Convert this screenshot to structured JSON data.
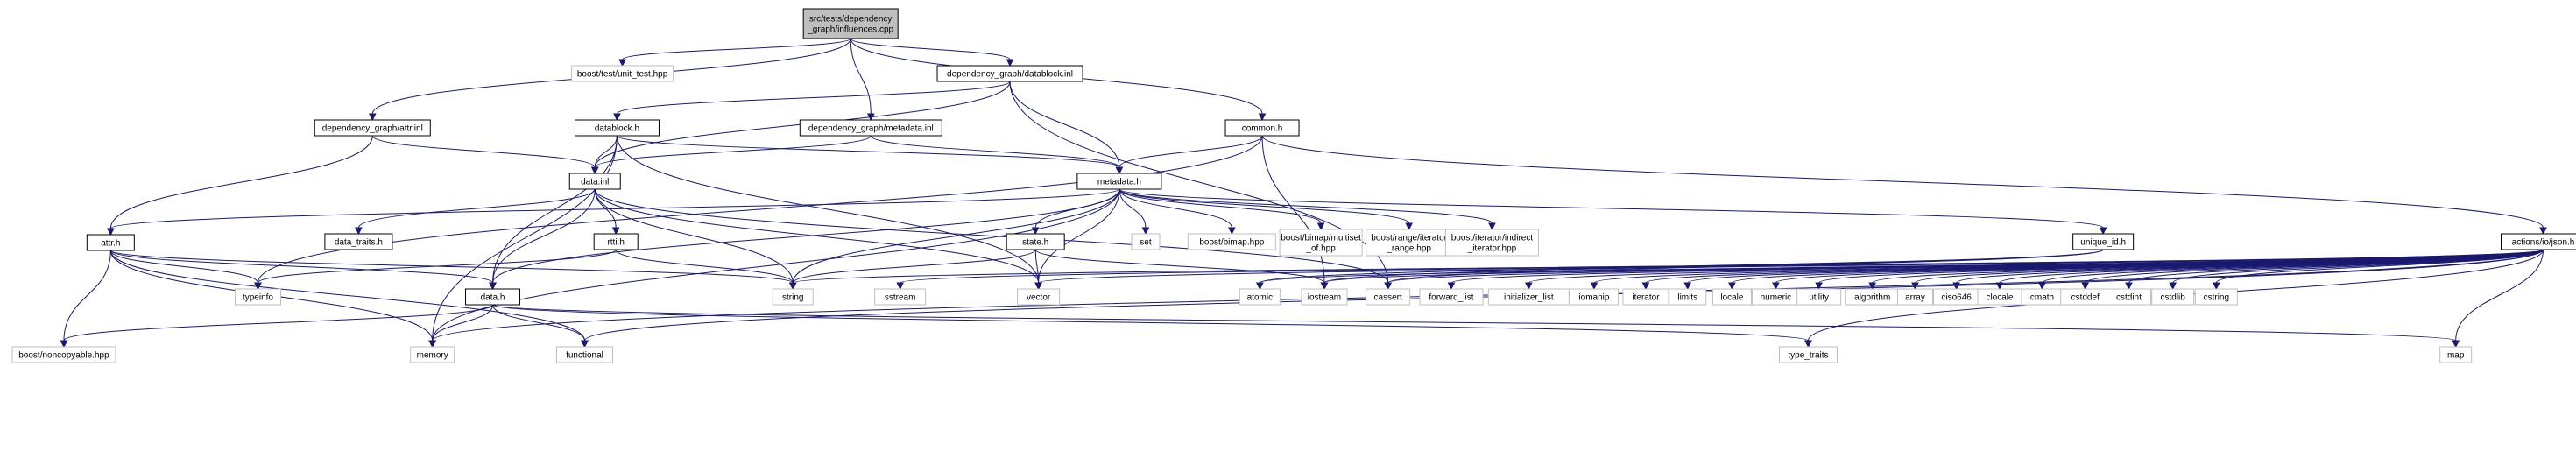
{
  "colors": {
    "edge": "#191970",
    "root_fill": "#bfbfbf",
    "system_border": "#bfbfbf",
    "node_border": "#000000"
  },
  "nodes": [
    {
      "id": "root",
      "kind": "root",
      "lines": [
        "src/tests/dependency",
        "_graph/influences.cpp"
      ]
    },
    {
      "id": "unit_test",
      "kind": "system",
      "lines": [
        "boost/test/unit_test.hpp"
      ]
    },
    {
      "id": "datablock_inl",
      "kind": "local",
      "lines": [
        "dependency_graph/datablock.inl"
      ]
    },
    {
      "id": "attr_inl",
      "kind": "local",
      "lines": [
        "dependency_graph/attr.inl"
      ]
    },
    {
      "id": "datablock_h",
      "kind": "local",
      "lines": [
        "datablock.h"
      ]
    },
    {
      "id": "metadata_inl",
      "kind": "local",
      "lines": [
        "dependency_graph/metadata.inl"
      ]
    },
    {
      "id": "common_h",
      "kind": "local",
      "lines": [
        "common.h"
      ]
    },
    {
      "id": "data_inl",
      "kind": "local",
      "lines": [
        "data.inl"
      ]
    },
    {
      "id": "metadata_h",
      "kind": "local",
      "lines": [
        "metadata.h"
      ]
    },
    {
      "id": "json_h",
      "kind": "local",
      "lines": [
        "actions/io/json.h"
      ]
    },
    {
      "id": "attr_h",
      "kind": "local",
      "lines": [
        "attr.h"
      ]
    },
    {
      "id": "data_traits_h",
      "kind": "local",
      "lines": [
        "data_traits.h"
      ]
    },
    {
      "id": "rtti_h",
      "kind": "local",
      "lines": [
        "rtti.h"
      ]
    },
    {
      "id": "state_h",
      "kind": "local",
      "lines": [
        "state.h"
      ]
    },
    {
      "id": "set",
      "kind": "system",
      "lines": [
        "set"
      ]
    },
    {
      "id": "bimap",
      "kind": "system",
      "lines": [
        "boost/bimap.hpp"
      ]
    },
    {
      "id": "multiset",
      "kind": "system",
      "lines": [
        "boost/bimap/multiset",
        "_of.hpp"
      ]
    },
    {
      "id": "iter_range",
      "kind": "system",
      "lines": [
        "boost/range/iterator",
        "_range.hpp"
      ]
    },
    {
      "id": "indirect_iter",
      "kind": "system",
      "lines": [
        "boost/iterator/indirect",
        "_iterator.hpp"
      ]
    },
    {
      "id": "unique_id_h",
      "kind": "local",
      "lines": [
        "unique_id.h"
      ]
    },
    {
      "id": "data_h",
      "kind": "local",
      "lines": [
        "data.h"
      ]
    },
    {
      "id": "typeinfo",
      "kind": "system",
      "lines": [
        "typeinfo"
      ]
    },
    {
      "id": "string",
      "kind": "system",
      "lines": [
        "string"
      ]
    },
    {
      "id": "sstream",
      "kind": "system",
      "lines": [
        "sstream"
      ]
    },
    {
      "id": "vector",
      "kind": "system",
      "lines": [
        "vector"
      ]
    },
    {
      "id": "atomic",
      "kind": "system",
      "lines": [
        "atomic"
      ]
    },
    {
      "id": "iostream",
      "kind": "system",
      "lines": [
        "iostream"
      ]
    },
    {
      "id": "cassert",
      "kind": "system",
      "lines": [
        "cassert"
      ]
    },
    {
      "id": "forward_list",
      "kind": "system",
      "lines": [
        "forward_list"
      ]
    },
    {
      "id": "initializer_list",
      "kind": "system",
      "lines": [
        "initializer_list"
      ]
    },
    {
      "id": "iomanip",
      "kind": "system",
      "lines": [
        "iomanip"
      ]
    },
    {
      "id": "iterator",
      "kind": "system",
      "lines": [
        "iterator"
      ]
    },
    {
      "id": "limits",
      "kind": "system",
      "lines": [
        "limits"
      ]
    },
    {
      "id": "locale",
      "kind": "system",
      "lines": [
        "locale"
      ]
    },
    {
      "id": "numeric",
      "kind": "system",
      "lines": [
        "numeric"
      ]
    },
    {
      "id": "utility",
      "kind": "system",
      "lines": [
        "utility"
      ]
    },
    {
      "id": "algorithm",
      "kind": "system",
      "lines": [
        "algorithm"
      ]
    },
    {
      "id": "array",
      "kind": "system",
      "lines": [
        "array"
      ]
    },
    {
      "id": "ciso646",
      "kind": "system",
      "lines": [
        "ciso646"
      ]
    },
    {
      "id": "clocale",
      "kind": "system",
      "lines": [
        "clocale"
      ]
    },
    {
      "id": "cmath",
      "kind": "system",
      "lines": [
        "cmath"
      ]
    },
    {
      "id": "cstddef",
      "kind": "system",
      "lines": [
        "cstddef"
      ]
    },
    {
      "id": "cstdint",
      "kind": "system",
      "lines": [
        "cstdint"
      ]
    },
    {
      "id": "cstdlib",
      "kind": "system",
      "lines": [
        "cstdlib"
      ]
    },
    {
      "id": "cstring",
      "kind": "system",
      "lines": [
        "cstring"
      ]
    },
    {
      "id": "noncopyable",
      "kind": "system",
      "lines": [
        "boost/noncopyable.hpp"
      ]
    },
    {
      "id": "memory",
      "kind": "system",
      "lines": [
        "memory"
      ]
    },
    {
      "id": "functional",
      "kind": "system",
      "lines": [
        "functional"
      ]
    },
    {
      "id": "type_traits",
      "kind": "system",
      "lines": [
        "type_traits"
      ]
    },
    {
      "id": "map",
      "kind": "system",
      "lines": [
        "map"
      ]
    }
  ],
  "edges": [
    [
      "root",
      "unit_test"
    ],
    [
      "root",
      "datablock_inl"
    ],
    [
      "root",
      "attr_inl"
    ],
    [
      "root",
      "metadata_inl"
    ],
    [
      "root",
      "common_h"
    ],
    [
      "datablock_inl",
      "datablock_h"
    ],
    [
      "datablock_inl",
      "data_inl"
    ],
    [
      "datablock_inl",
      "metadata_h"
    ],
    [
      "datablock_inl",
      "cassert"
    ],
    [
      "attr_inl",
      "attr_h"
    ],
    [
      "attr_inl",
      "data_inl"
    ],
    [
      "datablock_h",
      "data_inl"
    ],
    [
      "datablock_h",
      "metadata_h"
    ],
    [
      "datablock_h",
      "data_h"
    ],
    [
      "datablock_h",
      "vector"
    ],
    [
      "datablock_h",
      "memory"
    ],
    [
      "metadata_inl",
      "data_inl"
    ],
    [
      "metadata_inl",
      "metadata_h"
    ],
    [
      "common_h",
      "metadata_h"
    ],
    [
      "common_h",
      "json_h"
    ],
    [
      "common_h",
      "typeinfo"
    ],
    [
      "common_h",
      "iostream"
    ],
    [
      "data_inl",
      "data_traits_h"
    ],
    [
      "data_inl",
      "rtti_h"
    ],
    [
      "data_inl",
      "data_h"
    ],
    [
      "data_inl",
      "string"
    ],
    [
      "data_inl",
      "vector"
    ],
    [
      "data_inl",
      "cassert"
    ],
    [
      "metadata_h",
      "attr_h"
    ],
    [
      "metadata_h",
      "state_h"
    ],
    [
      "metadata_h",
      "set"
    ],
    [
      "metadata_h",
      "bimap"
    ],
    [
      "metadata_h",
      "multiset"
    ],
    [
      "metadata_h",
      "iter_range"
    ],
    [
      "metadata_h",
      "indirect_iter"
    ],
    [
      "metadata_h",
      "unique_id_h"
    ],
    [
      "metadata_h",
      "data_h"
    ],
    [
      "metadata_h",
      "string"
    ],
    [
      "metadata_h",
      "vector"
    ],
    [
      "metadata_h",
      "memory"
    ],
    [
      "attr_h",
      "typeinfo"
    ],
    [
      "attr_h",
      "string"
    ],
    [
      "attr_h",
      "data_h"
    ],
    [
      "attr_h",
      "noncopyable"
    ],
    [
      "attr_h",
      "memory"
    ],
    [
      "attr_h",
      "functional"
    ],
    [
      "rtti_h",
      "typeinfo"
    ],
    [
      "rtti_h",
      "string"
    ],
    [
      "state_h",
      "string"
    ],
    [
      "state_h",
      "vector"
    ],
    [
      "state_h",
      "iostream"
    ],
    [
      "unique_id_h",
      "atomic"
    ],
    [
      "unique_id_h",
      "iostream"
    ],
    [
      "unique_id_h",
      "cassert"
    ],
    [
      "data_h",
      "noncopyable"
    ],
    [
      "data_h",
      "memory"
    ],
    [
      "data_h",
      "functional"
    ],
    [
      "data_h",
      "type_traits"
    ],
    [
      "data_h",
      "map"
    ],
    [
      "json_h",
      "sstream"
    ],
    [
      "json_h",
      "vector"
    ],
    [
      "json_h",
      "atomic"
    ],
    [
      "json_h",
      "iostream"
    ],
    [
      "json_h",
      "cassert"
    ],
    [
      "json_h",
      "forward_list"
    ],
    [
      "json_h",
      "initializer_list"
    ],
    [
      "json_h",
      "iomanip"
    ],
    [
      "json_h",
      "iterator"
    ],
    [
      "json_h",
      "limits"
    ],
    [
      "json_h",
      "locale"
    ],
    [
      "json_h",
      "numeric"
    ],
    [
      "json_h",
      "utility"
    ],
    [
      "json_h",
      "algorithm"
    ],
    [
      "json_h",
      "array"
    ],
    [
      "json_h",
      "ciso646"
    ],
    [
      "json_h",
      "clocale"
    ],
    [
      "json_h",
      "cmath"
    ],
    [
      "json_h",
      "cstddef"
    ],
    [
      "json_h",
      "cstdint"
    ],
    [
      "json_h",
      "cstdlib"
    ],
    [
      "json_h",
      "cstring"
    ],
    [
      "json_h",
      "memory"
    ],
    [
      "json_h",
      "functional"
    ],
    [
      "json_h",
      "type_traits"
    ],
    [
      "json_h",
      "map"
    ],
    [
      "json_h",
      "string"
    ]
  ]
}
